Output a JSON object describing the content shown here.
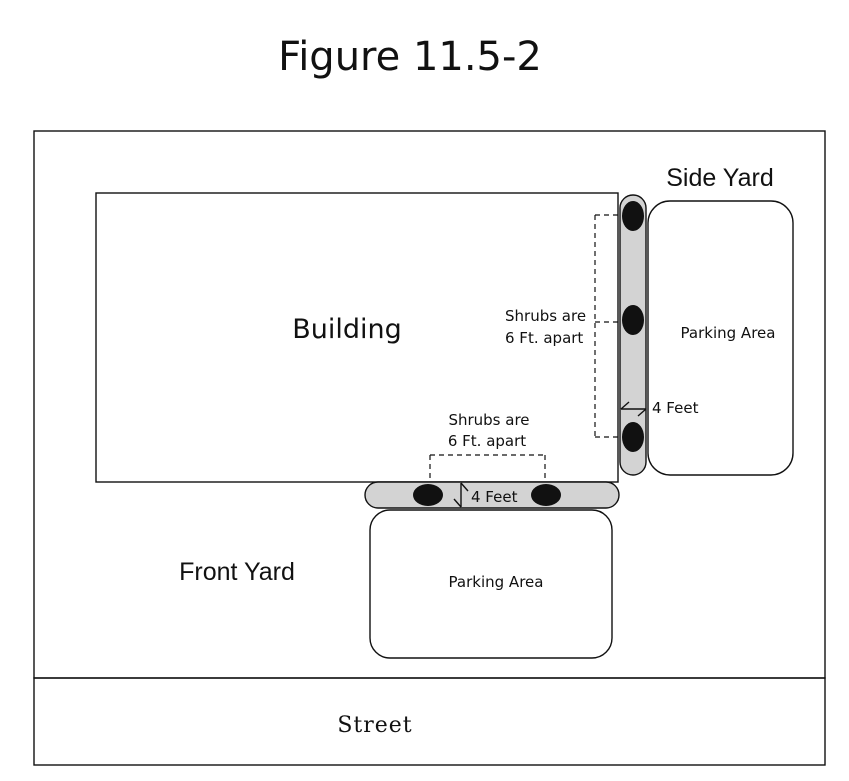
{
  "figure": {
    "title": "Figure 11.5-2"
  },
  "building": {
    "label": "Building"
  },
  "yards": {
    "side": "Side Yard",
    "front": "Front Yard"
  },
  "parking": {
    "side_label": "Parking Area",
    "front_label": "Parking Area"
  },
  "shrubs": {
    "side_note_line1": "Shrubs are",
    "side_note_line2": "6 Ft. apart",
    "front_note_line1": "Shrubs are",
    "front_note_line2": "6 Ft. apart"
  },
  "strips": {
    "side_width_label": "4 Feet",
    "front_width_label": "4 Feet"
  },
  "street": {
    "label": "Street"
  },
  "colors": {
    "line": "#111111",
    "strip_fill": "#d3d3d3",
    "shrub_fill": "#111111",
    "background": "#ffffff"
  }
}
